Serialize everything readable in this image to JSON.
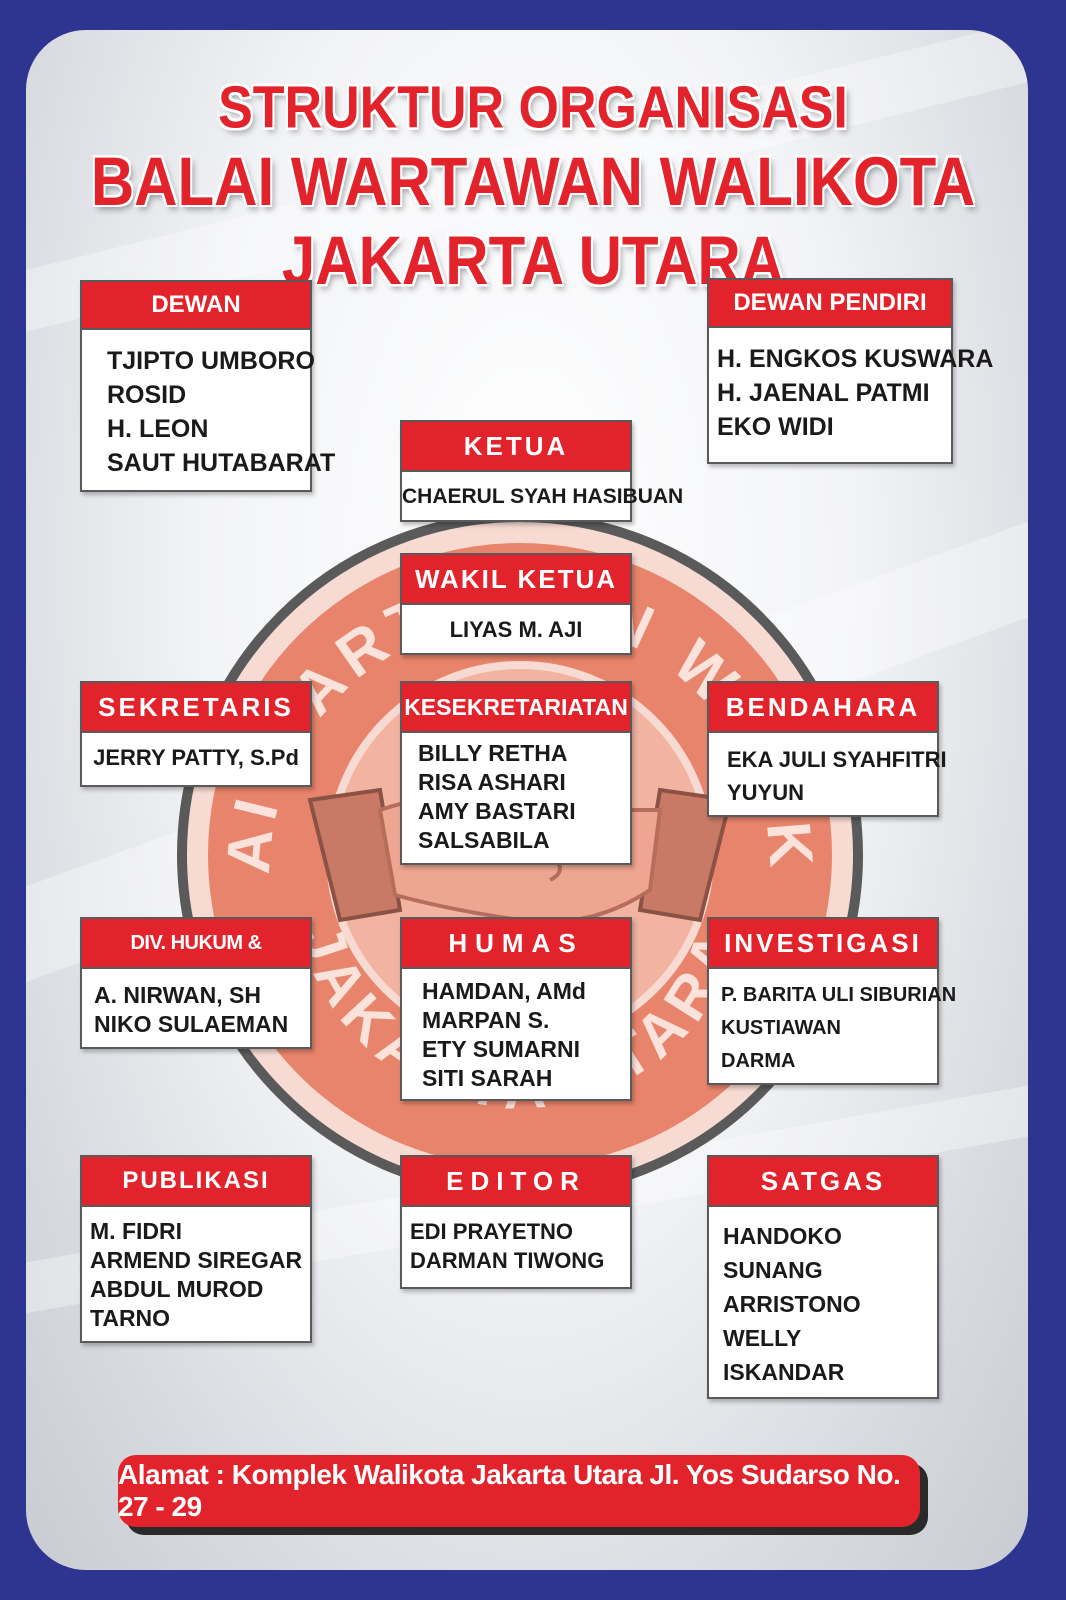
{
  "title": {
    "line1": "STRUKTUR ORGANISASI",
    "line2": "BALAI WARTAWAN WALIKOTA JAKARTA UTARA"
  },
  "logo": {
    "text_top": "BALAI WARTAWAN WALIKOTA",
    "text_bottom": "JAKARTA UTARA"
  },
  "boxes": [
    {
      "key": "penasehat",
      "title": "DEWAN PENASEHAT",
      "members": [
        "TJIPTO UMBORO",
        "ROSID",
        "H. LEON",
        "SAUT HUTABARAT"
      ]
    },
    {
      "key": "pendiri",
      "title": "DEWAN PENDIRI",
      "members": [
        "H. ENGKOS KUSWARA",
        "H. JAENAL PATMI",
        "EKO WIDI"
      ]
    },
    {
      "key": "ketua",
      "title": "KETUA",
      "members": [
        "CHAERUL SYAH HASIBUAN"
      ]
    },
    {
      "key": "wakil",
      "title": "WAKIL KETUA",
      "members": [
        "LIYAS M. AJI"
      ]
    },
    {
      "key": "sekretaris",
      "title": "SEKRETARIS",
      "members": [
        "JERRY PATTY, S.Pd"
      ]
    },
    {
      "key": "kesekretariatan",
      "title": "KESEKRETARIATAN",
      "members": [
        "BILLY RETHA",
        "RISA ASHARI",
        "AMY BASTARI",
        "SALSABILA"
      ]
    },
    {
      "key": "bendahara",
      "title": "BENDAHARA",
      "members": [
        "EKA JULI SYAHFITRI",
        "YUYUN"
      ]
    },
    {
      "key": "hukum",
      "title": "DIV. HUKUM & ADVOKAT",
      "members": [
        "A. NIRWAN, SH",
        "NIKO SULAEMAN"
      ]
    },
    {
      "key": "humas",
      "title": "HUMAS",
      "members": [
        "HAMDAN, AMd",
        "MARPAN S.",
        "ETY SUMARNI",
        "SITI SARAH"
      ]
    },
    {
      "key": "investigasi",
      "title": "INVESTIGASI",
      "members": [
        "P. BARITA ULI SIBURIAN",
        "KUSTIAWAN",
        "DARMA"
      ]
    },
    {
      "key": "publikasi",
      "title": "PUBLIKASI",
      "members": [
        "M. FIDRI",
        "ARMEND SIREGAR",
        "ABDUL MUROD",
        "TARNO"
      ]
    },
    {
      "key": "editor",
      "title": "EDITOR",
      "members": [
        "EDI PRAYETNO",
        "DARMAN TIWONG"
      ]
    },
    {
      "key": "satgas",
      "title": "SATGAS",
      "members": [
        "HANDOKO",
        "SUNANG",
        "ARRISTONO",
        "WELLY",
        "ISKANDAR"
      ]
    }
  ],
  "footer": {
    "address": "Alamat : Komplek Walikota Jakarta Utara Jl. Yos Sudarso No. 27 - 29"
  },
  "colors": {
    "border": "#2d3590",
    "accent": "#e3232b",
    "logo": "#e8846b"
  }
}
